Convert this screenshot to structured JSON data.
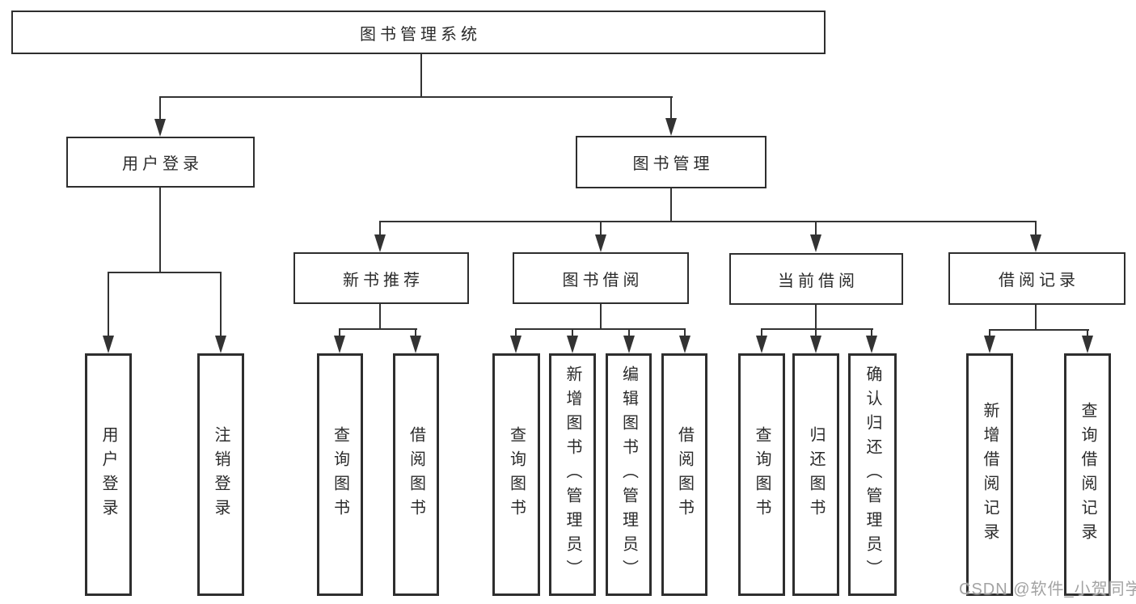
{
  "tree": {
    "root_label": "图书管理系统",
    "branches": [
      {
        "label": "用户登录",
        "children": [
          {
            "label": "用户登录"
          },
          {
            "label": "注销登录"
          }
        ]
      },
      {
        "label": "图书管理",
        "children": [
          {
            "label": "新书推荐",
            "children": [
              {
                "label": "查询图书"
              },
              {
                "label": "借阅图书"
              }
            ]
          },
          {
            "label": "图书借阅",
            "children": [
              {
                "label": "查询图书"
              },
              {
                "label": "新增图书（管理员）"
              },
              {
                "label": "编辑图书（管理员）"
              },
              {
                "label": "借阅图书"
              }
            ]
          },
          {
            "label": "当前借阅",
            "children": [
              {
                "label": "查询图书"
              },
              {
                "label": "归还图书"
              },
              {
                "label": "确认归还（管理员）"
              }
            ]
          },
          {
            "label": "借阅记录",
            "children": [
              {
                "label": "新增借阅记录"
              },
              {
                "label": "查询借阅记录"
              }
            ]
          }
        ]
      }
    ]
  },
  "watermark": {
    "text": "CSDN @软件_小贺同学"
  },
  "colors": {
    "line": "#333333",
    "border": "#2e2e2e",
    "text": "#2b2b2b",
    "watermark": "#a3a3a3",
    "background": "#ffffff"
  }
}
